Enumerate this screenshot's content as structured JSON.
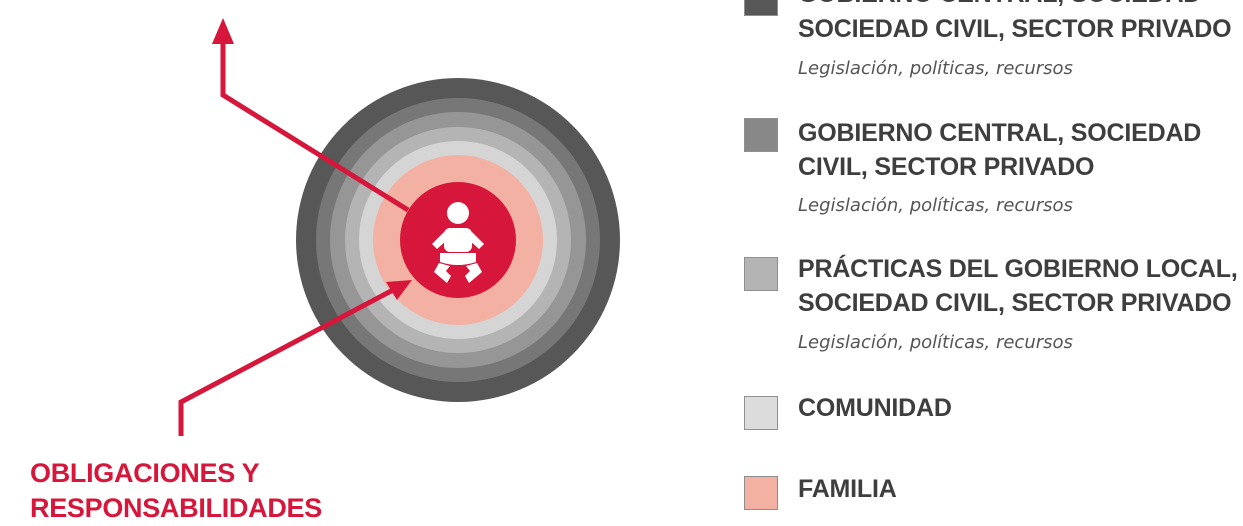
{
  "colors": {
    "accent_red": "#d6163a",
    "ring_1": "#575757",
    "ring_2": "#777777",
    "ring_3": "#969696",
    "ring_4": "#b4b4b4",
    "ring_5": "#d5d5d5",
    "family_ring": "#f3b1a4",
    "text_dark": "#3e3e3e"
  },
  "diagram": {
    "center_icon": "baby-icon",
    "caption": {
      "line1": "OBLIGACIONES Y",
      "line2": "RESPONSABILIDADES"
    }
  },
  "legend": [
    {
      "title_lines": [
        "GOBIERNO CENTRAL, SOCIEDAD",
        "SOCIEDAD CIVIL, SECTOR PRIVADO"
      ],
      "subtitle": "Legislación, políticas, recursos",
      "color": "#575757"
    },
    {
      "title_lines": [
        "GOBIERNO CENTRAL, SOCIEDAD",
        "CIVIL, SECTOR PRIVADO"
      ],
      "subtitle": "Legislación, políticas, recursos",
      "color": "#888888"
    },
    {
      "title_lines": [
        "PRÁCTICAS DEL GOBIERNO LOCAL,",
        "SOCIEDAD CIVIL, SECTOR PRIVADO"
      ],
      "subtitle": "Legislación, políticas, recursos",
      "color": "#b4b4b4"
    },
    {
      "title_lines": [
        "COMUNIDAD"
      ],
      "subtitle": "",
      "color": "#dcdcdc"
    },
    {
      "title_lines": [
        "FAMILIA"
      ],
      "subtitle": "",
      "color": "#f3b1a4"
    }
  ]
}
